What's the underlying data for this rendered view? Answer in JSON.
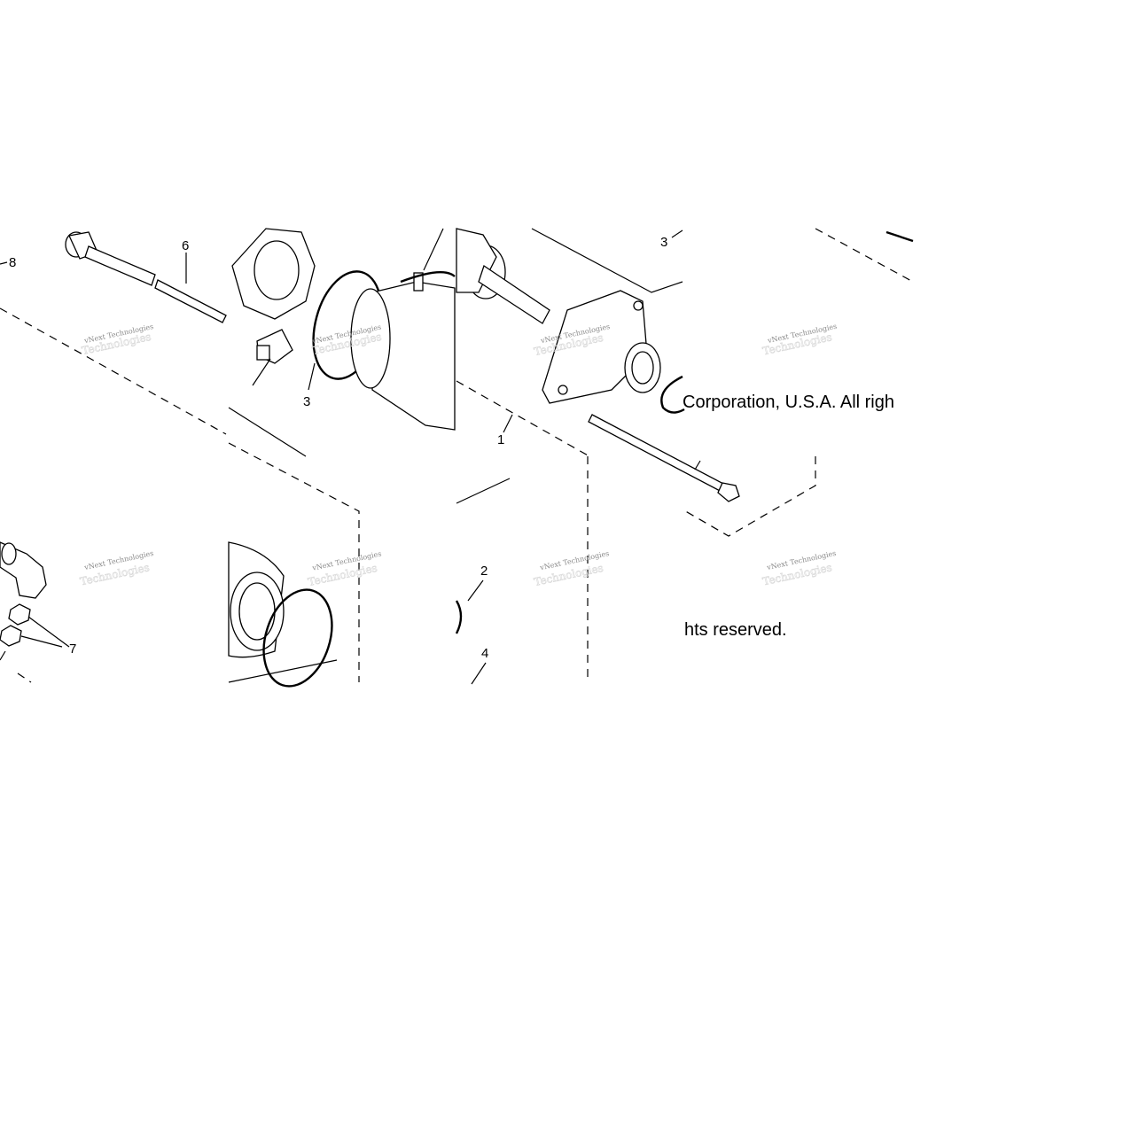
{
  "diagram": {
    "callouts": {
      "c8": "8",
      "c6": "6",
      "c3a": "3",
      "c3b": "3",
      "c1": "1",
      "c2": "2",
      "c4": "4",
      "c7": "7"
    },
    "copyright": {
      "line1": "Corporation, U.S.A. All righ",
      "line2": "hts reserved."
    },
    "watermark": {
      "line1": "vNext Technologies",
      "line2": "Technologies"
    }
  }
}
